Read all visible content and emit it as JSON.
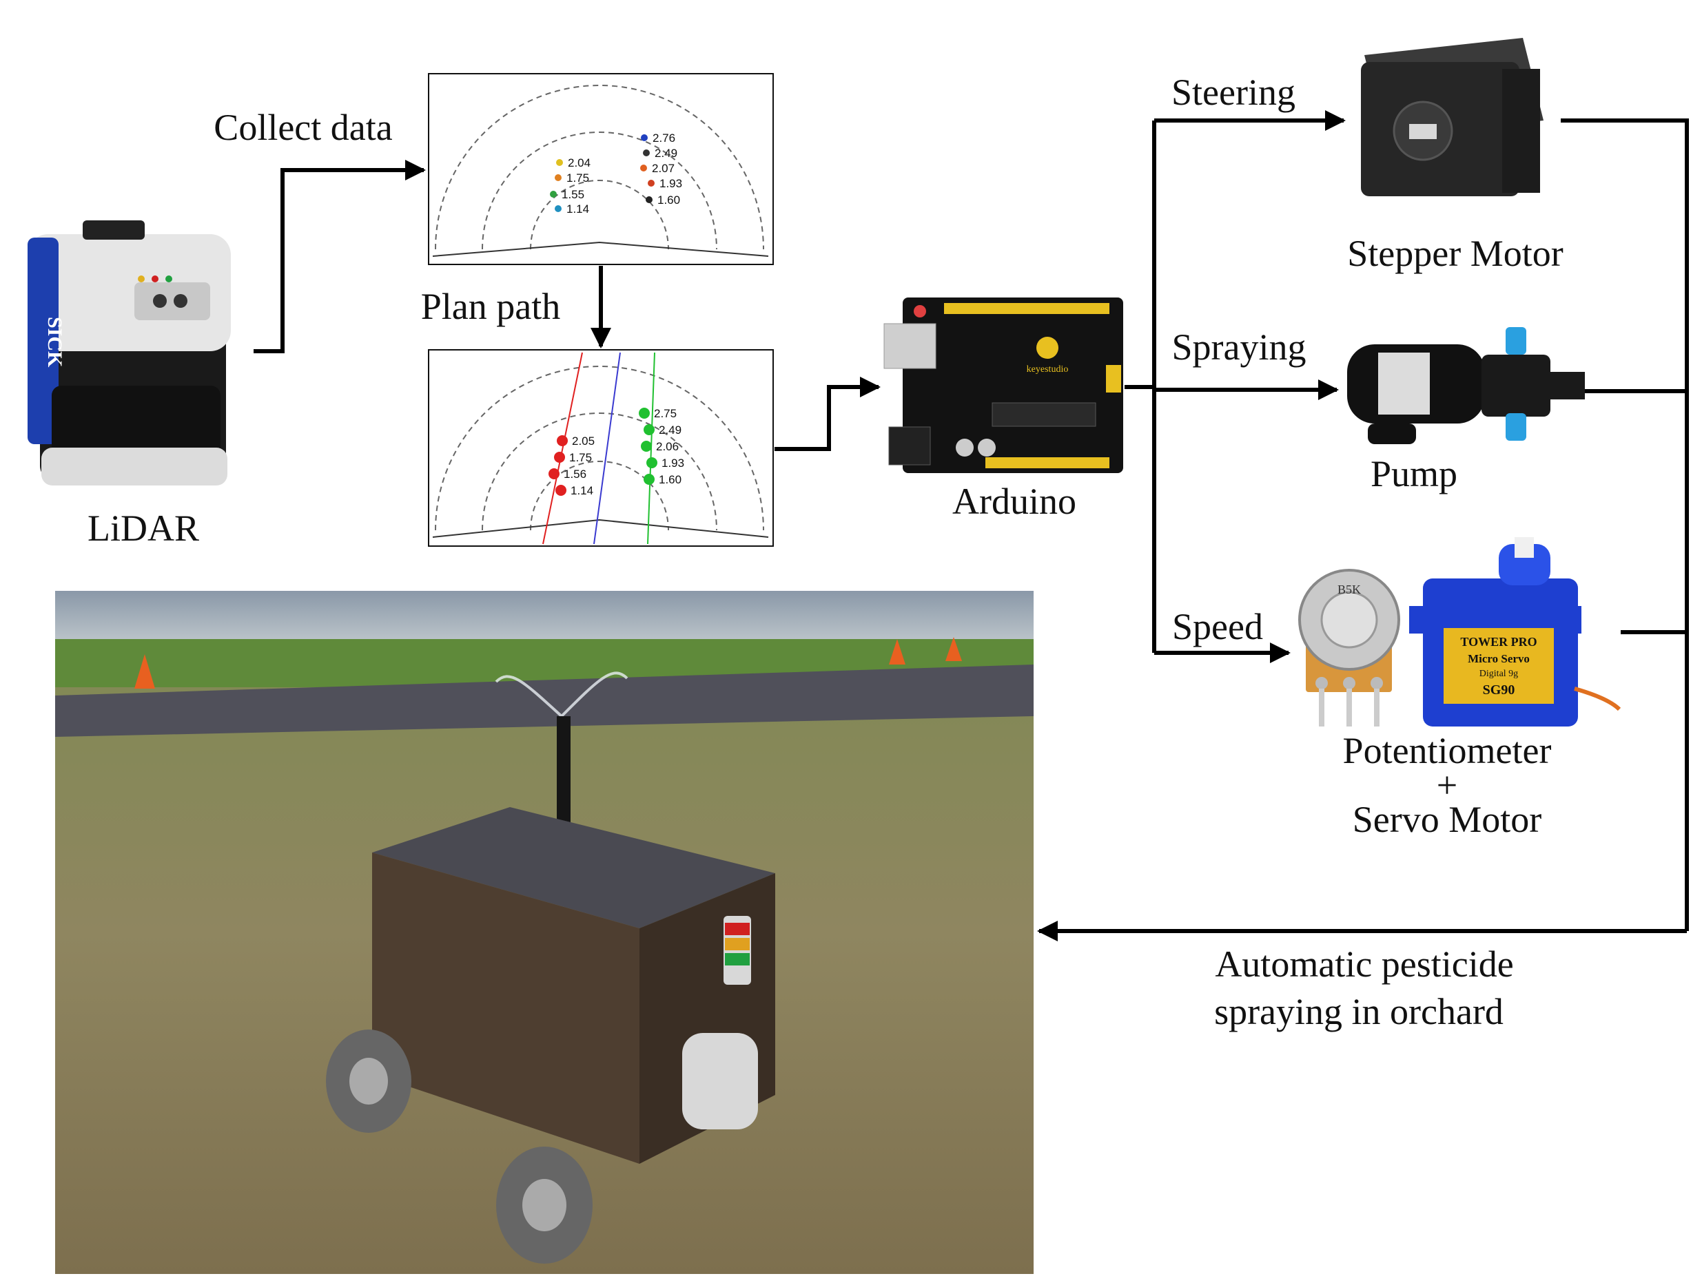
{
  "labels": {
    "collect_data": "Collect data",
    "plan_path": "Plan path",
    "lidar": "LiDAR",
    "arduino": "Arduino",
    "steering": "Steering",
    "spraying": "Spraying",
    "speed": "Speed",
    "stepper_motor": "Stepper Motor",
    "pump": "Pump",
    "potentiometer": "Potentiometer",
    "plus": "+",
    "servo_motor": "Servo Motor",
    "result_line1": "Automatic pesticide",
    "result_line2": "spraying in orchard"
  },
  "device_marks": {
    "lidar_brand": "SICK",
    "arduino_brand": "keyestudio",
    "pot_marking": "B5K",
    "servo_brand": "TOWER PRO",
    "servo_type": "Micro Servo",
    "servo_spec": "Digital 9g",
    "servo_model": "SG90"
  },
  "scan_plot": {
    "left": [
      "2.04",
      "1.75",
      "1.55",
      "1.14"
    ],
    "right": [
      "2.76",
      "2.49",
      "2.07",
      "1.93",
      "1.60"
    ]
  },
  "path_plot": {
    "left": [
      "2.05",
      "1.75",
      "1.56",
      "1.14"
    ],
    "right": [
      "2.75",
      "2.49",
      "2.06",
      "1.93",
      "1.60"
    ]
  },
  "colors": {
    "arrow": "#000000",
    "left_path": "#e02020",
    "right_path": "#20c030",
    "center_path": "#3a3ad0",
    "arduino_board": "#121212",
    "servo_blue": "#1e3fd0"
  }
}
